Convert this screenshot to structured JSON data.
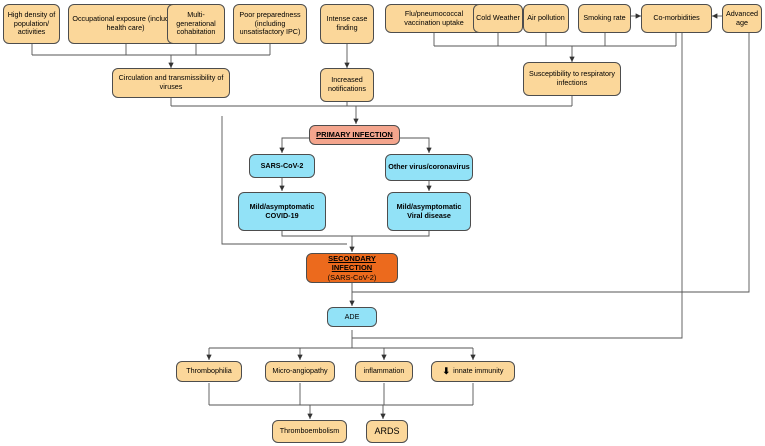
{
  "boxes": {
    "high_density": "High density of population/ activities",
    "occupational": "Occupational exposure (including health care)",
    "multigen": "Multi-generational cohabitation",
    "poor_prep": "Poor preparedness (including unsatisfactory IPC)",
    "case_finding": "Intense case finding",
    "flu_vacc": "Flu/pneumococcal vaccination uptake",
    "cold": "Cold Weather",
    "air": "Air pollution",
    "smoking": "Smoking rate",
    "comorb": "Co-morbidities",
    "age": "Advanced age",
    "circulation": "Circulation and transmissibility of viruses",
    "notifications": "Increased notifications",
    "susceptibility": "Susceptibility to respiratory infections",
    "primary": "PRIMARY INFECTION",
    "sars": "SARS-CoV-2",
    "other_virus": "Other virus/coronavirus",
    "mild_covid": "Mild/asymptomatic COVID-19",
    "mild_viral": "Mild/asymptomatic Viral disease",
    "secondary": "SECONDARY INFECTION",
    "secondary_sub": "(SARS-CoV-2)",
    "ade": "ADE",
    "thrombophilia": "Thrombophilia",
    "microangio": "Micro-angiopathy",
    "inflammation": "inflammation",
    "innate": "innate immunity",
    "innate_icon": "down-arrow-icon",
    "thromboembolism": "Thromboembolism",
    "ards": "ARDS"
  },
  "colors": {
    "tan": "#fbd79a",
    "cyan": "#92e2f7",
    "primary": "#f4a58d",
    "secondary": "#ec6a1d"
  }
}
